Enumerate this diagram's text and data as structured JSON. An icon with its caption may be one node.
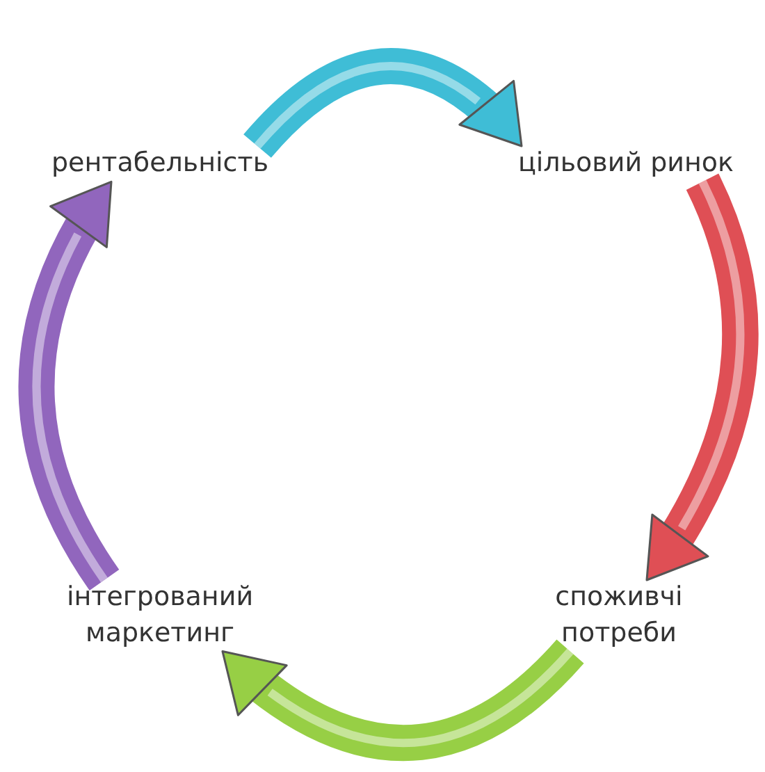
{
  "diagram": {
    "nodes": [
      {
        "text": [
          "рентабельність"
        ]
      },
      {
        "text": [
          "цільовий ринок"
        ]
      },
      {
        "text": [
          "споживчі потреби"
        ]
      },
      {
        "text": [
          "інтегрований маркетинг"
        ]
      }
    ],
    "edges": [
      {
        "from": 0,
        "to": 1,
        "arrow": "to",
        "color": "#3fbdd6"
      },
      {
        "from": 1,
        "to": 2,
        "arrow": "to",
        "color": "#df4f55"
      },
      {
        "from": 2,
        "to": 3,
        "arrow": "to",
        "color": "#97cf45"
      },
      {
        "from": 3,
        "to": 0,
        "arrow": "to",
        "color": "#9166bd"
      }
    ]
  }
}
